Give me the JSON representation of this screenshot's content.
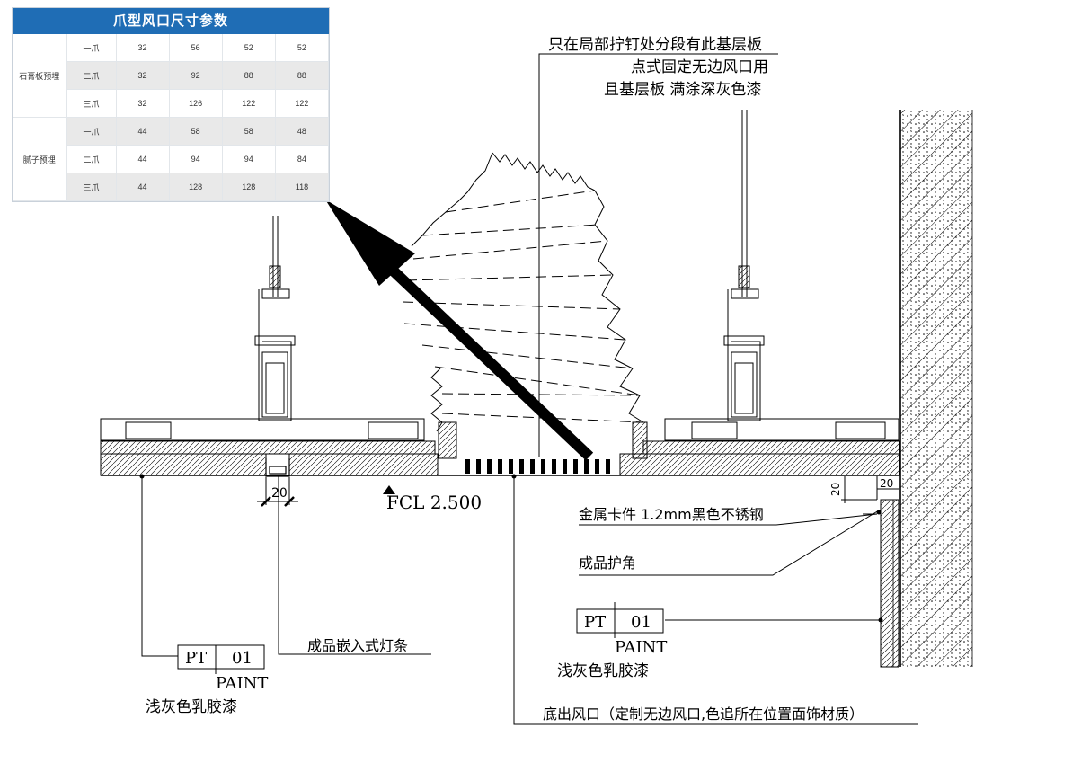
{
  "spec_table": {
    "title": "爪型风口尺寸参数",
    "groups": [
      {
        "name": "石膏板预埋",
        "rows": [
          {
            "claw": "一爪",
            "values": [
              "32",
              "56",
              "52",
              "52"
            ]
          },
          {
            "claw": "二爪",
            "values": [
              "32",
              "92",
              "88",
              "88"
            ]
          },
          {
            "claw": "三爪",
            "values": [
              "32",
              "126",
              "122",
              "122"
            ]
          }
        ]
      },
      {
        "name": "腻子预埋",
        "rows": [
          {
            "claw": "一爪",
            "values": [
              "44",
              "58",
              "58",
              "48"
            ]
          },
          {
            "claw": "二爪",
            "values": [
              "44",
              "94",
              "94",
              "84"
            ]
          },
          {
            "claw": "三爪",
            "values": [
              "44",
              "128",
              "128",
              "118"
            ]
          }
        ]
      }
    ]
  },
  "annotations": {
    "base_board_line1": "只在局部拧钉处分段有此基层板",
    "base_board_line2": "点式固定无边风口用",
    "base_board_line3": "且基层板 满涂深灰色漆",
    "metal_clip": "金属卡件 1.2mm黑色不锈钢",
    "corner_guard": "成品护角",
    "light_strip": "成品嵌入式灯条",
    "air_outlet": "底出风口（定制无边风口,色追所在位置面饰材质）",
    "fcl": "FCL  2.500"
  },
  "dimensions": {
    "slot_width": "20",
    "edge_gap_vertical": "20",
    "edge_gap_horizontal": "20"
  },
  "paint_tags": [
    {
      "code": "PT",
      "number": "01",
      "label": "PAINT",
      "desc": "浅灰色乳胶漆"
    },
    {
      "code": "PT",
      "number": "01",
      "label": "PAINT",
      "desc": "浅灰色乳胶漆"
    }
  ],
  "colors": {
    "table_header": "#1f6db5",
    "line": "#000000",
    "zebra": "#e9e9e9"
  }
}
